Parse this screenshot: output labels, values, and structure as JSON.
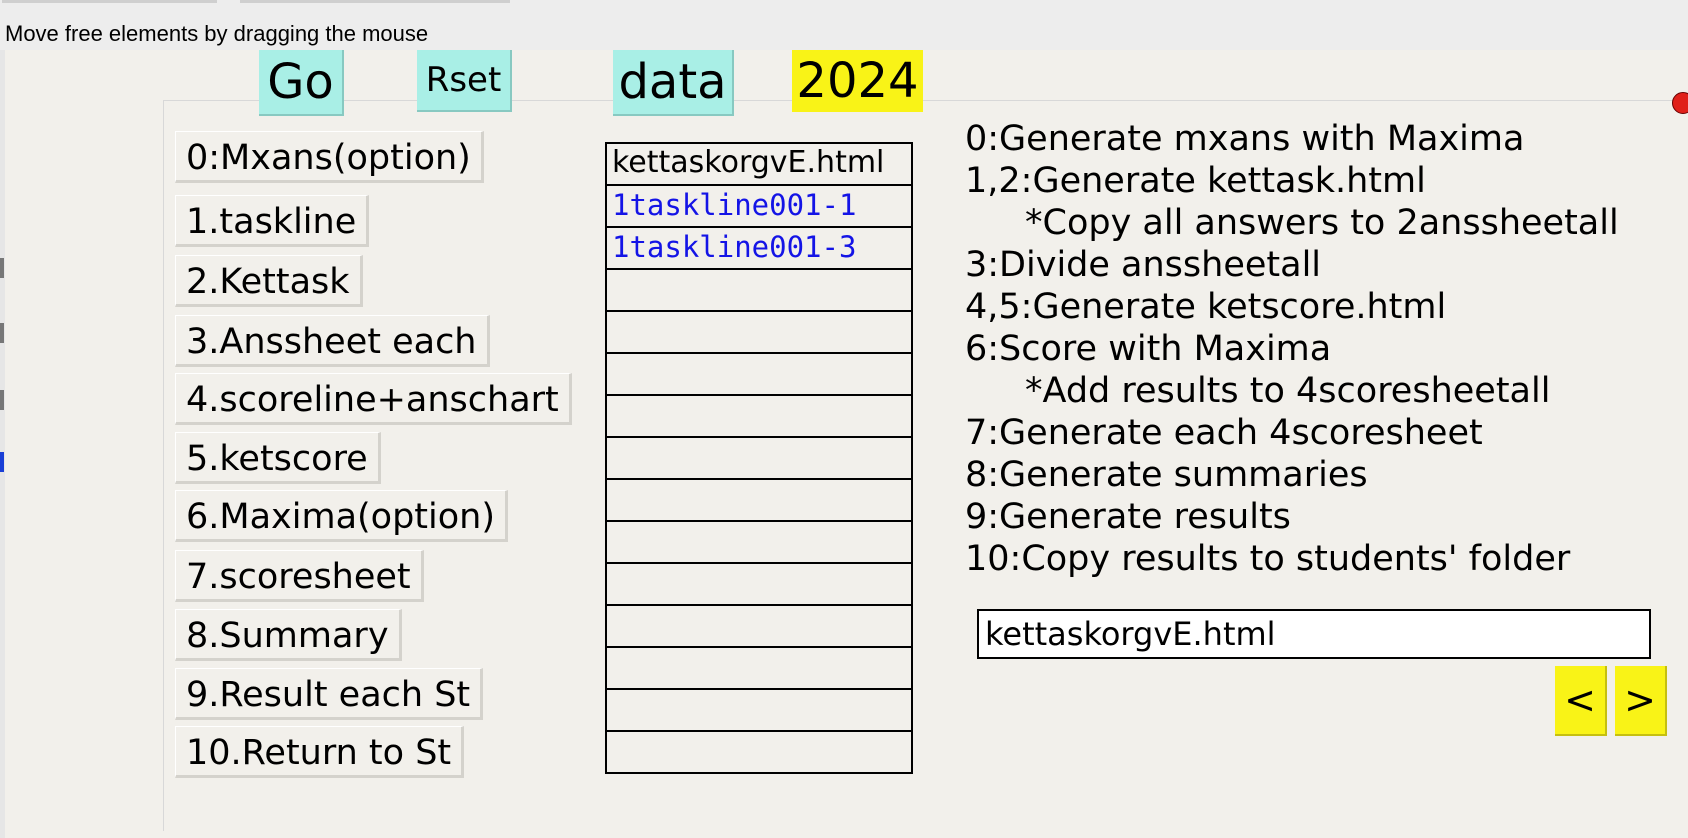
{
  "header": {
    "hint": "Move free elements by dragging the mouse"
  },
  "toolbar": {
    "go_label": "Go",
    "rset_label": "Rset",
    "data_label": "data",
    "year_label": "2024"
  },
  "steps": [
    "0:Mxans(option)",
    "1.taskline",
    "2.Kettask",
    "3.Anssheet each",
    "4.scoreline+anschart",
    "5.ketscore",
    "6.Maxima(option)",
    "7.scoresheet",
    "8.Summary",
    "9.Result each St",
    "10.Return to St"
  ],
  "file_list": {
    "header": "kettaskorgvE.html",
    "items": [
      "1taskline001-1",
      "1taskline001-3"
    ]
  },
  "descriptions": [
    "0:Generate mxans with Maxima",
    "1,2:Generate kettask.html",
    "*Copy all answers to 2anssheetall",
    "3:Divide anssheetall",
    "4,5:Generate ketscore.html",
    "6:Score with Maxima",
    "*Add results to 4scoresheetall",
    "7:Generate each 4scoresheet",
    "8:Generate summaries",
    "9:Generate results",
    "10:Copy results to students' folder"
  ],
  "filename_input": {
    "value": "kettaskorgvE.html"
  },
  "nav": {
    "prev_label": "<",
    "next_label": ">"
  },
  "colors": {
    "cyan_button": "#a9efe6",
    "yellow_button": "#f9f317",
    "link_blue": "#1414e6",
    "background": "#f2f0eb"
  },
  "icons": {
    "corner_marker": "red-dot-icon"
  }
}
